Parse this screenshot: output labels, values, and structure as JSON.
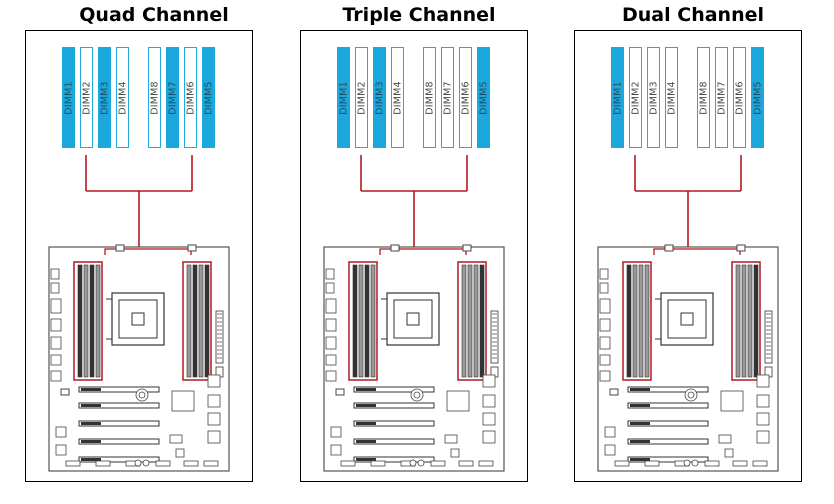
{
  "panels": [
    {
      "title": "Quad Channel",
      "dimms": [
        {
          "label": "DIMM1",
          "populated": true
        },
        {
          "label": "DIMM2",
          "populated": false
        },
        {
          "label": "DIMM3",
          "populated": true
        },
        {
          "label": "DIMM4",
          "populated": false
        },
        {
          "label": "DIMM8",
          "populated": false
        },
        {
          "label": "DIMM7",
          "populated": true
        },
        {
          "label": "DIMM6",
          "populated": false
        },
        {
          "label": "DIMM5",
          "populated": true
        }
      ]
    },
    {
      "title": "Triple Channel",
      "dimms": [
        {
          "label": "DIMM1",
          "populated": true
        },
        {
          "label": "DIMM2",
          "populated": false
        },
        {
          "label": "DIMM3",
          "populated": true
        },
        {
          "label": "DIMM4",
          "populated": false
        },
        {
          "label": "DIMM8",
          "populated": false
        },
        {
          "label": "DIMM7",
          "populated": false
        },
        {
          "label": "DIMM6",
          "populated": false
        },
        {
          "label": "DIMM5",
          "populated": true
        }
      ]
    },
    {
      "title": "Dual Channel",
      "dimms": [
        {
          "label": "DIMM1",
          "populated": true
        },
        {
          "label": "DIMM2",
          "populated": false
        },
        {
          "label": "DIMM3",
          "populated": false
        },
        {
          "label": "DIMM4",
          "populated": false
        },
        {
          "label": "DIMM8",
          "populated": false
        },
        {
          "label": "DIMM7",
          "populated": false
        },
        {
          "label": "DIMM6",
          "populated": false
        },
        {
          "label": "DIMM5",
          "populated": true
        }
      ]
    }
  ],
  "colors": {
    "populated": "#1ca8dd",
    "empty_border": "#22aadd",
    "connector": "#b0191e"
  }
}
